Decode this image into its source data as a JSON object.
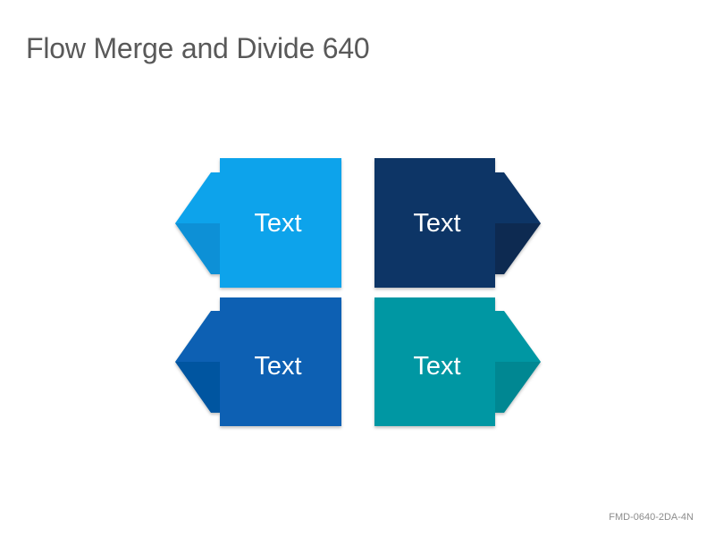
{
  "slide": {
    "title": "Flow Merge and Divide 640",
    "footer_code": "FMD-0640-2DA-4N"
  },
  "diagram": {
    "shapes": [
      {
        "label": "Text",
        "color": "#0aa3eb",
        "dark": "#0682c4",
        "direction": "left"
      },
      {
        "label": "Text",
        "color": "#0b3566",
        "dark": "#061f3f",
        "direction": "right"
      },
      {
        "label": "Text",
        "color": "#0760b3",
        "dark": "#044a8f",
        "direction": "left"
      },
      {
        "label": "Text",
        "color": "#0497a3",
        "dark": "#037a85",
        "direction": "right"
      }
    ]
  }
}
